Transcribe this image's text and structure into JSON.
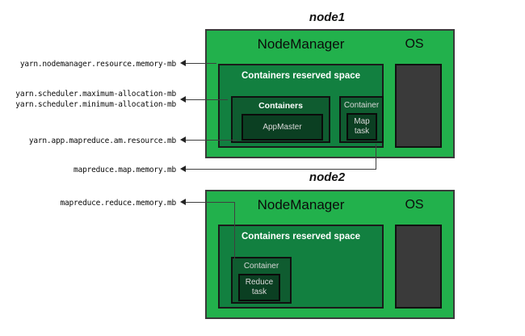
{
  "diagram": {
    "title_hidden": "",
    "colors": {
      "node_green": "#22b14c",
      "reserved_green": "#128040",
      "container_green": "#0f5c30",
      "task_green": "#0b3f22",
      "os_gray": "#3a3a3a",
      "border_dark": "#1b1b1b",
      "line_gray": "#3f3f3f",
      "text_white": "#ffffff",
      "text_black": "#0b0b0b"
    }
  },
  "labels": {
    "nodemanager_resource_memory": "yarn.nodemanager.resource.memory-mb",
    "scheduler_maximum_allocation": "yarn.scheduler.maximum-allocation-mb",
    "scheduler_minimum_allocation": "yarn.scheduler.minimum-allocation-mb",
    "am_resource": "yarn.app.mapreduce.am.resource.mb",
    "map_memory": "mapreduce.map.memory.mb",
    "reduce_memory": "mapreduce.reduce.memory.mb"
  },
  "node1": {
    "title": "node1",
    "nodemanager": "NodeManager",
    "os": "OS",
    "reserved_space": "Containers reserved space",
    "containers_group": "Containers",
    "appmaster": "AppMaster",
    "container_single": "Container",
    "map_task_line1": "Map",
    "map_task_line2": "task"
  },
  "node2": {
    "title": "node2",
    "nodemanager": "NodeManager",
    "os": "OS",
    "reserved_space": "Containers reserved space",
    "container_single": "Container",
    "reduce_task_line1": "Reduce",
    "reduce_task_line2": "task"
  }
}
